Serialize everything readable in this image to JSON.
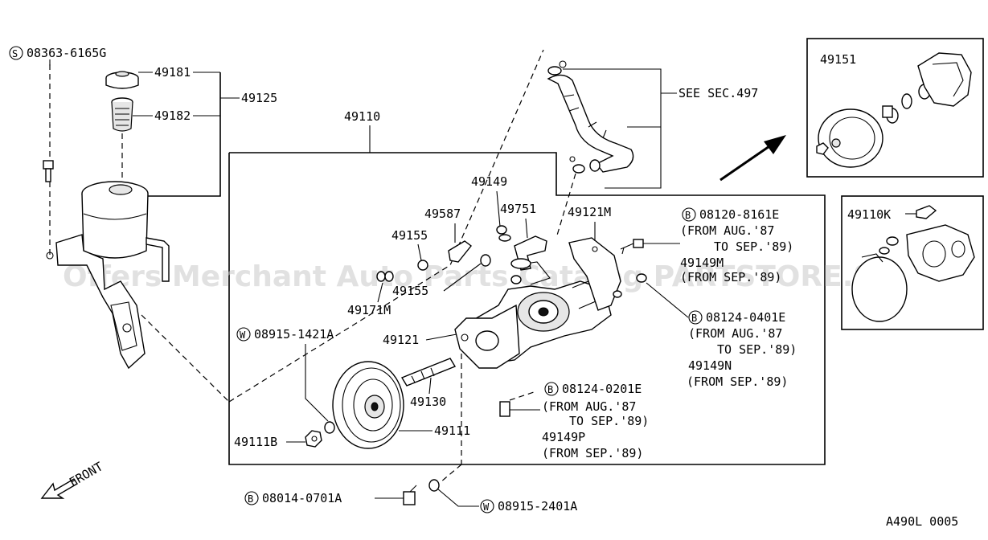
{
  "watermark": "Offers Merchant Auto Parts Catalog PARTSTORE.SA",
  "figure_code": "A490L 0005",
  "front_label": "FRONT",
  "labels": {
    "p08363": "08363-6165G",
    "p49181": "49181",
    "p49182": "49182",
    "p49125": "49125",
    "p49110": "49110",
    "see_sec": "SEE SEC.497",
    "p49149": "49149",
    "p49587": "49587",
    "p49751": "49751",
    "p49121M": "49121M",
    "p49155a": "49155",
    "p49155b": "49155",
    "p49171M": "49171M",
    "p08120": "08120-8161E",
    "p08120_n1": "(FROM AUG.'87",
    "p08120_n2": "TO SEP.'89)",
    "p49149M": "49149M",
    "p49149M_n": "(FROM SEP.'89)",
    "p08124_0401": "08124-0401E",
    "p08124_0401_n1": "(FROM AUG.'87",
    "p08124_0401_n2": "TO SEP.'89)",
    "p49149N": "49149N",
    "p49149N_n": "(FROM SEP.'89)",
    "p08915_1421": "08915-1421A",
    "p49121": "49121",
    "p08124_0201": "08124-0201E",
    "p08124_0201_n1": "(FROM AUG.'87",
    "p08124_0201_n2": "TO SEP.'89)",
    "p49130": "49130",
    "p49111": "49111",
    "p49149P": "49149P",
    "p49149P_n": "(FROM SEP.'89)",
    "p49111B": "49111B",
    "p08014": "08014-0701A",
    "p08915_2401": "08915-2401A",
    "p49151": "49151",
    "p49110K": "49110K"
  },
  "prefix_marks": {
    "s": "S",
    "b": "B",
    "w": "W"
  }
}
